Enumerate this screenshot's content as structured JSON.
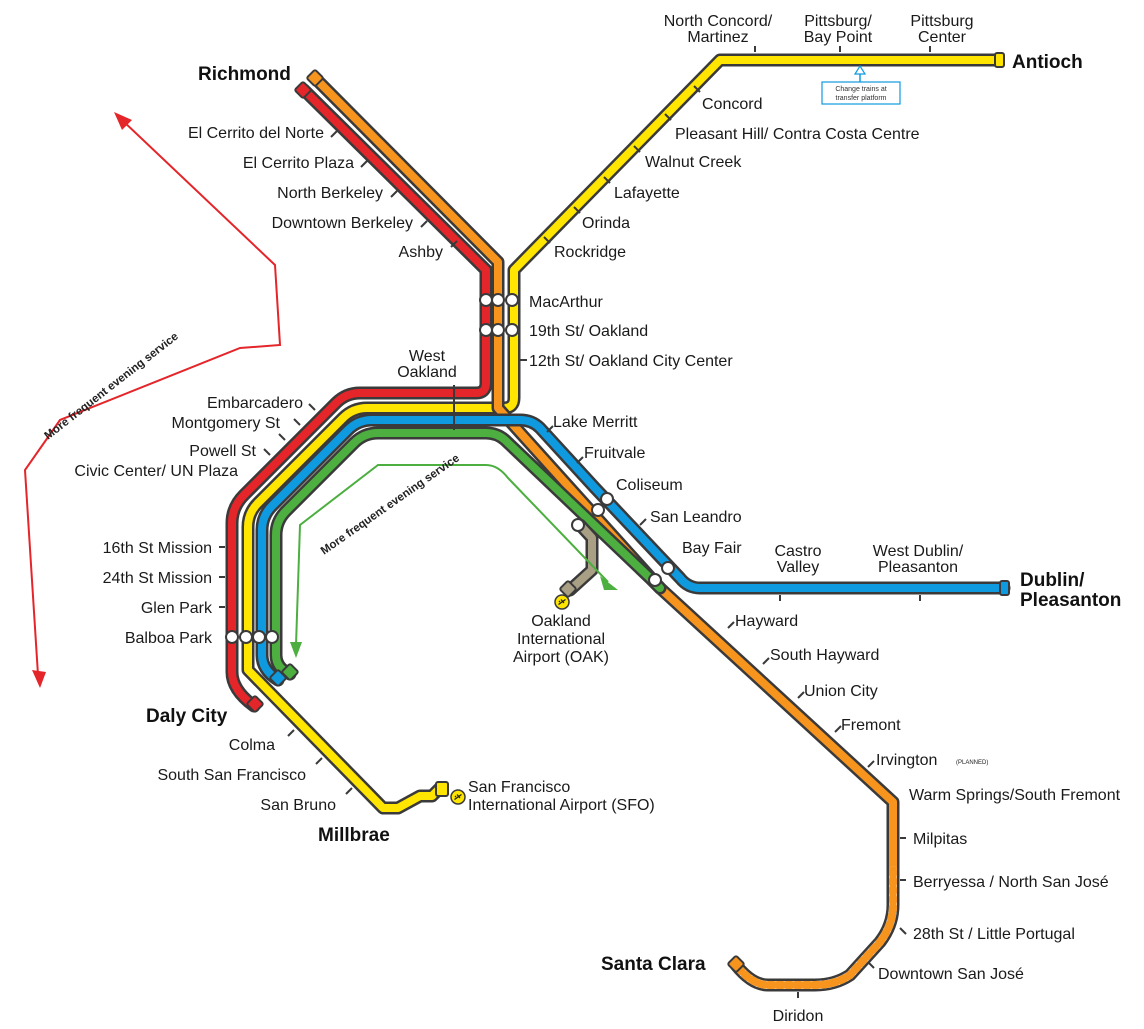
{
  "colors": {
    "red": "#e4252a",
    "orange": "#f7941d",
    "yellow": "#ffe500",
    "blue": "#0f9ae0",
    "green": "#4caf3f",
    "airport_connector": "#a89f85",
    "casing": "#3a3a3a",
    "arrow_red": "#e4252a",
    "arrow_green": "#4caf3f"
  },
  "terminals": {
    "richmond": "Richmond",
    "antioch": "Antioch",
    "dublin_line1": "Dublin/",
    "dublin_line2": "Pleasanton",
    "daly_city": "Daly City",
    "millbrae": "Millbrae",
    "santa_clara": "Santa Clara"
  },
  "stations": {
    "north_concord_1": "North Concord/",
    "north_concord_2": "Martinez",
    "pittsburg_bp_1": "Pittsburg/",
    "pittsburg_bp_2": "Bay Point",
    "pittsburg_center_1": "Pittsburg",
    "pittsburg_center_2": "Center",
    "concord": "Concord",
    "pleasant_hill": "Pleasant Hill/ Contra Costa Centre",
    "walnut_creek": "Walnut Creek",
    "lafayette": "Lafayette",
    "orinda": "Orinda",
    "rockridge": "Rockridge",
    "el_cerrito_norte": "El Cerrito del Norte",
    "el_cerrito_plaza": "El Cerrito Plaza",
    "north_berkeley": "North Berkeley",
    "downtown_berkeley": "Downtown Berkeley",
    "ashby": "Ashby",
    "macarthur": "MacArthur",
    "nineteenth": "19th St/ Oakland",
    "twelfth": "12th St/ Oakland City Center",
    "west_oakland_1": "West",
    "west_oakland_2": "Oakland",
    "lake_merritt": "Lake Merritt",
    "fruitvale": "Fruitvale",
    "coliseum": "Coliseum",
    "san_leandro": "San Leandro",
    "bay_fair": "Bay Fair",
    "castro_valley_1": "Castro",
    "castro_valley_2": "Valley",
    "west_dublin_1": "West Dublin/",
    "west_dublin_2": "Pleasanton",
    "embarcadero": "Embarcadero",
    "montgomery": "Montgomery St",
    "powell": "Powell St",
    "civic_center": "Civic Center/ UN Plaza",
    "sixteenth": "16th St Mission",
    "twentyfourth": "24th St Mission",
    "glen_park": "Glen Park",
    "balboa_park": "Balboa Park",
    "colma": "Colma",
    "south_sf": "South San Francisco",
    "san_bruno": "San Bruno",
    "sfo_1": "San Francisco",
    "sfo_2": "International Airport (SFO)",
    "oak_1": "Oakland",
    "oak_2": "International",
    "oak_3": "Airport (OAK)",
    "hayward": "Hayward",
    "south_hayward": "South Hayward",
    "union_city": "Union City",
    "fremont": "Fremont",
    "irvington": "Irvington",
    "irvington_note": "(PLANNED)",
    "warm_springs": "Warm Springs/South Fremont",
    "milpitas": "Milpitas",
    "berryessa": "Berryessa / North San José",
    "twentyeighth": "28th St / Little Portugal",
    "downtown_sj": "Downtown San José",
    "diridon": "Diridon"
  },
  "notes": {
    "evening_red": "More frequent evening service",
    "evening_green": "More frequent evening service",
    "transfer_line1": "Change trains at",
    "transfer_line2": "transfer platform"
  },
  "icons": {
    "sfo_airport": "airplane-icon",
    "oak_airport": "airplane-icon"
  }
}
